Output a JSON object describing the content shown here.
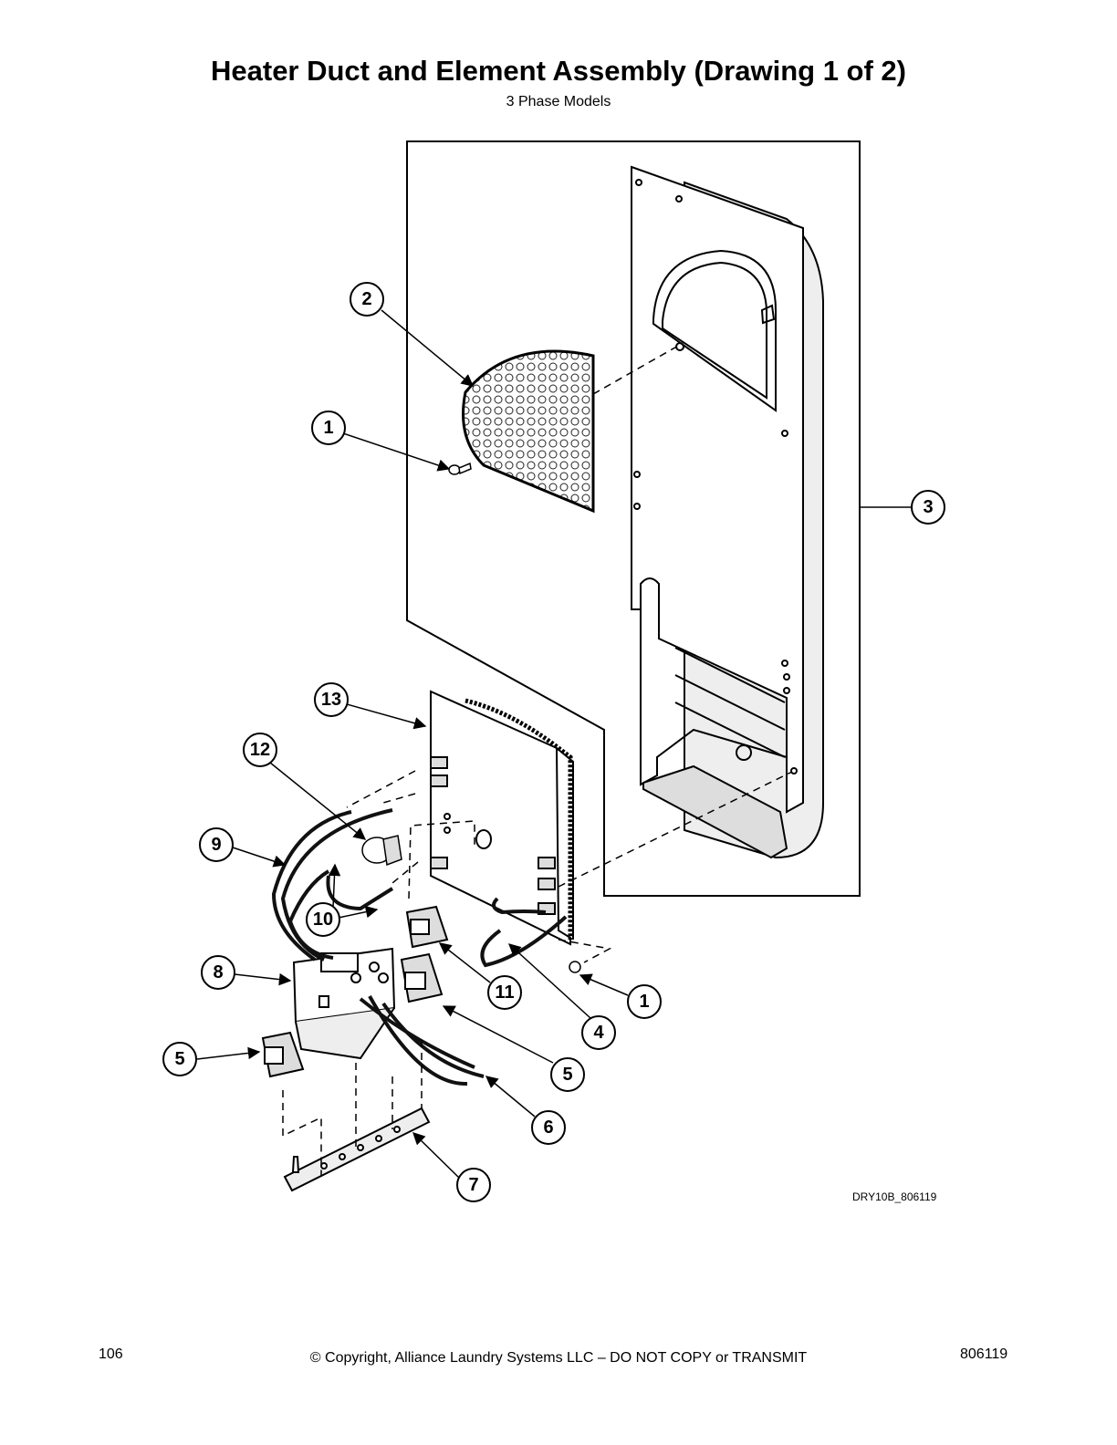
{
  "page": {
    "title": "Heater Duct and Element Assembly (Drawing 1 of 2)",
    "subtitle": "3 Phase Models",
    "drawing_id": "DRY10B_806119"
  },
  "callouts": [
    {
      "label": "1"
    },
    {
      "label": "2"
    },
    {
      "label": "3"
    },
    {
      "label": "13"
    },
    {
      "label": "12"
    },
    {
      "label": "9"
    },
    {
      "label": "10"
    },
    {
      "label": "8"
    },
    {
      "label": "11"
    },
    {
      "label": "1"
    },
    {
      "label": "4"
    },
    {
      "label": "5"
    },
    {
      "label": "5"
    },
    {
      "label": "6"
    },
    {
      "label": "7"
    }
  ],
  "footer": {
    "page_number": "106",
    "copyright": "© Copyright, Alliance Laundry Systems LLC – DO NOT COPY or TRANSMIT",
    "doc_number": "806119"
  }
}
